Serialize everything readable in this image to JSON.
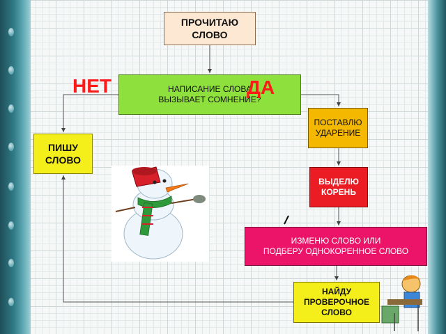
{
  "flowchart": {
    "nodes": {
      "read_word": "ПРОЧИТАЮ\nСЛОВО",
      "doubt_question": "НАПИСАНИЕ СЛОВА\nВЫЗЫВАЕТ СОМНЕНИЕ?",
      "put_stress": "ПОСТАВЛЮ\nУДАРЕНИЕ",
      "mark_root": "ВЫДЕЛЮ\nКОРЕНЬ",
      "change_word": "ИЗМЕНЮ СЛОВО ИЛИ\nПОДБЕРУ ОДНОКОРЕННОЕ СЛОВО",
      "find_check_word": "НАЙДУ\nПРОВЕРОЧНОЕ\nСЛОВО",
      "write_word": "ПИШУ\nСЛОВО"
    },
    "branch_labels": {
      "no": "НЕТ",
      "yes": "ДА"
    }
  },
  "colors": {
    "read_word_fill": "#fde9d3",
    "question_fill": "#8ee03c",
    "stress_fill": "#f5b800",
    "root_fill": "#ec1c24",
    "change_fill": "#ec1468",
    "check_fill": "#f4ee1a",
    "branch_label": "#ff1a1a"
  },
  "illustrations": [
    "snowman",
    "schoolboy-at-desk"
  ]
}
